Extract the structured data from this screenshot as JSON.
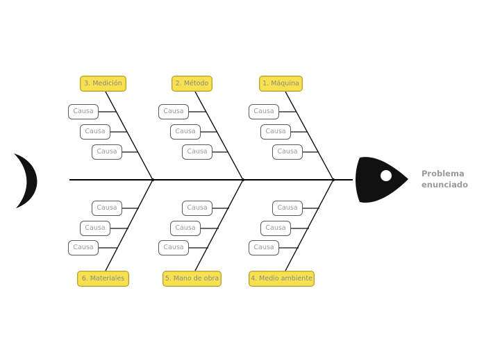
{
  "diagram": {
    "type": "fishbone-ishikawa",
    "language": "es",
    "problem": {
      "label": "Problema\nenunciado",
      "head_icon": "fish-head-icon",
      "eye_icon": "fish-eye-icon",
      "tail_icon": "fish-tail-icon"
    },
    "colors": {
      "category_fill": "#f7e14f",
      "category_border": "#b3a02f",
      "category_text": "#8a8a8a",
      "cause_fill": "#ffffff",
      "cause_border": "#5b5b5b",
      "cause_text": "#9a9a9a",
      "spine": "#000000",
      "fish_body": "#111111",
      "problem_text": "#9a9a9a",
      "background": "#ffffff"
    },
    "cause_label": "Causa",
    "categories": [
      {
        "id": "medicion",
        "label": "3. Medición",
        "side": "top",
        "column": 1,
        "causes": [
          "Causa",
          "Causa",
          "Causa"
        ]
      },
      {
        "id": "metodo",
        "label": "2. Método",
        "side": "top",
        "column": 2,
        "causes": [
          "Causa",
          "Causa",
          "Causa"
        ]
      },
      {
        "id": "maquina",
        "label": "1. Máquina",
        "side": "top",
        "column": 3,
        "causes": [
          "Causa",
          "Causa",
          "Causa"
        ]
      },
      {
        "id": "materiales",
        "label": "6. Materiales",
        "side": "bottom",
        "column": 1,
        "causes": [
          "Causa",
          "Causa",
          "Causa"
        ]
      },
      {
        "id": "mano-de-obra",
        "label": "5. Mano de obra",
        "side": "bottom",
        "column": 2,
        "causes": [
          "Causa",
          "Causa",
          "Causa"
        ]
      },
      {
        "id": "medio-ambiente",
        "label": "4. Medio ambiente",
        "side": "bottom",
        "column": 3,
        "causes": [
          "Causa",
          "Causa",
          "Causa"
        ]
      }
    ]
  }
}
